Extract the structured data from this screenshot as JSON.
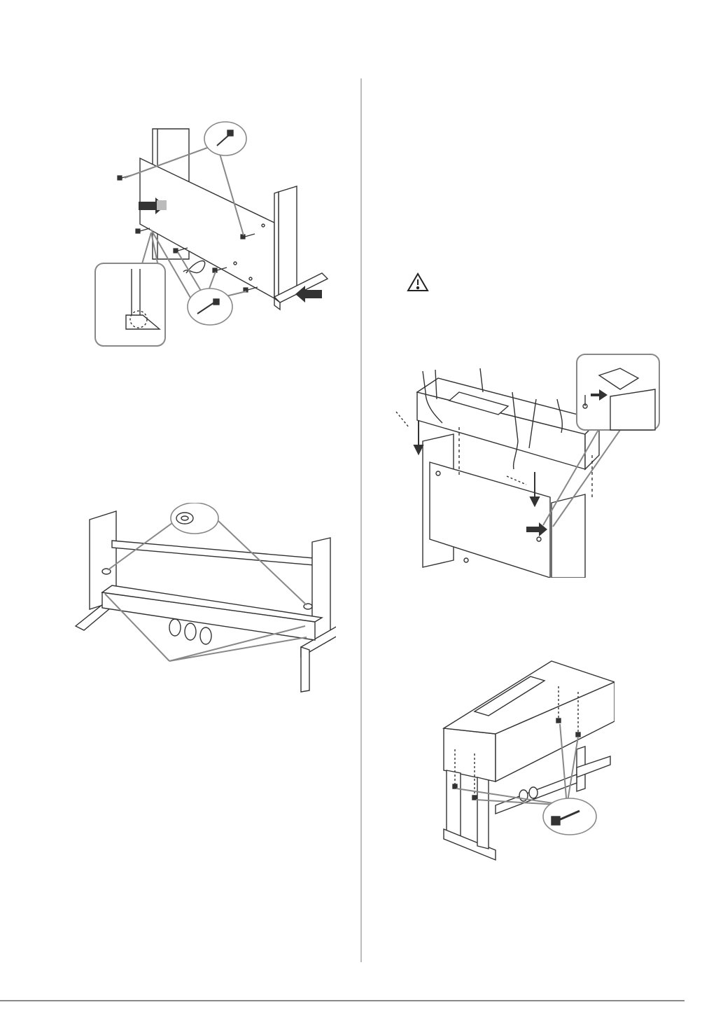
{
  "page": {
    "background": "#ffffff",
    "line_color": "#333333",
    "divider_color": "#bdbdbd",
    "footer_rule_color": "#8a8a8a"
  },
  "figures": [
    {
      "id": "fig-back-panel",
      "icons": [
        "screw-icon",
        "arrow-icon",
        "detail-callout"
      ]
    },
    {
      "id": "fig-stand-frame",
      "icons": [
        "washer-icon"
      ]
    },
    {
      "id": "fig-lift-main-unit",
      "icons": [
        "hand-icon",
        "arrow-icon",
        "detail-callout"
      ]
    },
    {
      "id": "fig-secure-main-unit",
      "icons": [
        "screw-icon"
      ]
    }
  ],
  "caution_icon": "warning-triangle-icon"
}
